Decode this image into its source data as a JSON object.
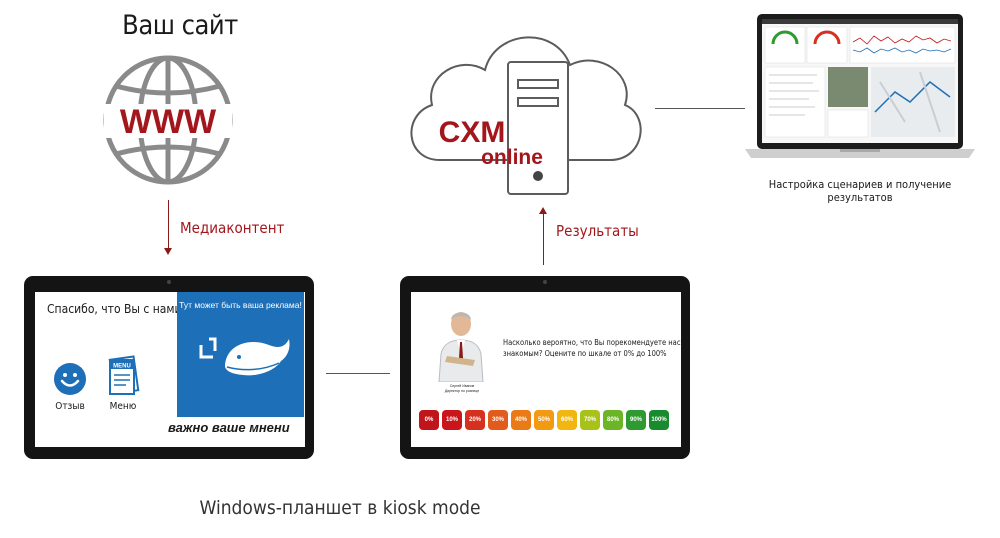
{
  "site": {
    "title": "Ваш сайт",
    "icon_text": "WWW"
  },
  "cloud": {
    "brand_top": "CXM",
    "brand_bottom": "online"
  },
  "flows": {
    "media": "Медиаконтент",
    "results": "Результаты"
  },
  "laptop": {
    "caption": "Настройка сценариев и получение результатов"
  },
  "tablet_left": {
    "thanks": "Спасибо, что Вы с нами!",
    "ad_text": "Тут может быть ваша реклама!",
    "buttons": [
      {
        "label": "Отзыв"
      },
      {
        "label": "Меню"
      }
    ],
    "menu_icon_text": "MENU",
    "marquee": "важно ваше мнени"
  },
  "tablet_right": {
    "question": "Насколько вероятно, что Вы порекомендуете нас своим знакомым? Оцените по шкале от 0% до 100%",
    "person_name": "Сергей Иванов",
    "person_role": "Директор по рознице",
    "scale": [
      {
        "label": "0%",
        "color": "#c0151a"
      },
      {
        "label": "10%",
        "color": "#c9161b"
      },
      {
        "label": "20%",
        "color": "#d6301f"
      },
      {
        "label": "30%",
        "color": "#e25a1c"
      },
      {
        "label": "40%",
        "color": "#ea7a16"
      },
      {
        "label": "50%",
        "color": "#f29a12"
      },
      {
        "label": "60%",
        "color": "#f1b60f"
      },
      {
        "label": "70%",
        "color": "#a9c21a"
      },
      {
        "label": "80%",
        "color": "#6bb526"
      },
      {
        "label": "90%",
        "color": "#2e9a2f"
      },
      {
        "label": "100%",
        "color": "#1a8a2e"
      }
    ]
  },
  "caption": "Windows-планшет в kiosk mode"
}
